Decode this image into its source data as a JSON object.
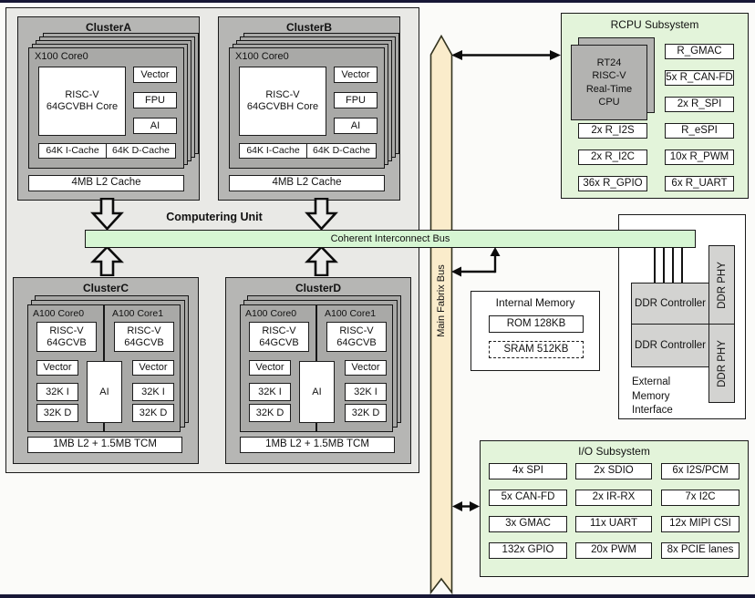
{
  "computering_unit": {
    "title": "Computering Unit",
    "clusters_top": [
      {
        "name": "ClusterA",
        "core_label": "X100 Core0",
        "core_main": "RISC-V\n64GCVBH Core",
        "units": [
          "Vector",
          "FPU",
          "AI"
        ],
        "icache": "64K I-Cache",
        "dcache": "64K D-Cache",
        "l2": "4MB L2 Cache"
      },
      {
        "name": "ClusterB",
        "core_label": "X100 Core0",
        "core_main": "RISC-V\n64GCVBH Core",
        "units": [
          "Vector",
          "FPU",
          "AI"
        ],
        "icache": "64K I-Cache",
        "dcache": "64K D-Cache",
        "l2": "4MB L2 Cache"
      }
    ],
    "clusters_bottom": [
      {
        "name": "ClusterC",
        "ai": "AI",
        "l2": "1MB L2 + 1.5MB TCM",
        "cores": [
          {
            "label": "A100 Core0",
            "main": "RISC-V\n64GCVB",
            "vector": "Vector",
            "icache": "32K I",
            "dcache": "32K D"
          },
          {
            "label": "A100 Core1",
            "main": "RISC-V\n64GCVB",
            "vector": "Vector",
            "icache": "32K I",
            "dcache": "32K D"
          }
        ]
      },
      {
        "name": "ClusterD",
        "ai": "AI",
        "l2": "1MB L2 + 1.5MB TCM",
        "cores": [
          {
            "label": "A100 Core0",
            "main": "RISC-V\n64GCVB",
            "vector": "Vector",
            "icache": "32K I",
            "dcache": "32K D"
          },
          {
            "label": "A100 Core1",
            "main": "RISC-V\n64GCVB",
            "vector": "Vector",
            "icache": "32K I",
            "dcache": "32K D"
          }
        ]
      }
    ]
  },
  "buses": {
    "coherent_label": "Coherent Interconnect Bus",
    "coherent_color": "#d6f6d3",
    "main_label": "Main Fabrix Bus",
    "main_color": "#faeccb"
  },
  "rcpu": {
    "title": "RCPU Subsystem",
    "cpu": "RT24\nRISC-V\nReal-Time\nCPU",
    "left_items": [
      "2x R_I2S",
      "2x R_I2C",
      "36x R_GPIO"
    ],
    "right_items": [
      "R_GMAC",
      "5x R_CAN-FD",
      "2x R_SPI",
      "R_eSPI",
      "10x R_PWM",
      "6x R_UART"
    ]
  },
  "internal_memory": {
    "title": "Internal Memory",
    "rom": "ROM 128KB",
    "sram": "SRAM 512KB"
  },
  "external_memory": {
    "label": "External\nMemory\nInterface",
    "controller1": "DDR Controller",
    "controller2": "DDR Controller",
    "phy1": "DDR PHY",
    "phy2": "DDR PHY"
  },
  "io": {
    "title": "I/O Subsystem",
    "rows": [
      [
        "4x SPI",
        "2x SDIO",
        "6x I2S/PCM"
      ],
      [
        "5x CAN-FD",
        "2x IR-RX",
        "7x I2C"
      ],
      [
        "3x GMAC",
        "11x UART",
        "12x MIPI CSI"
      ],
      [
        "132x GPIO",
        "20x PWM",
        "8x PCIE lanes"
      ]
    ]
  }
}
